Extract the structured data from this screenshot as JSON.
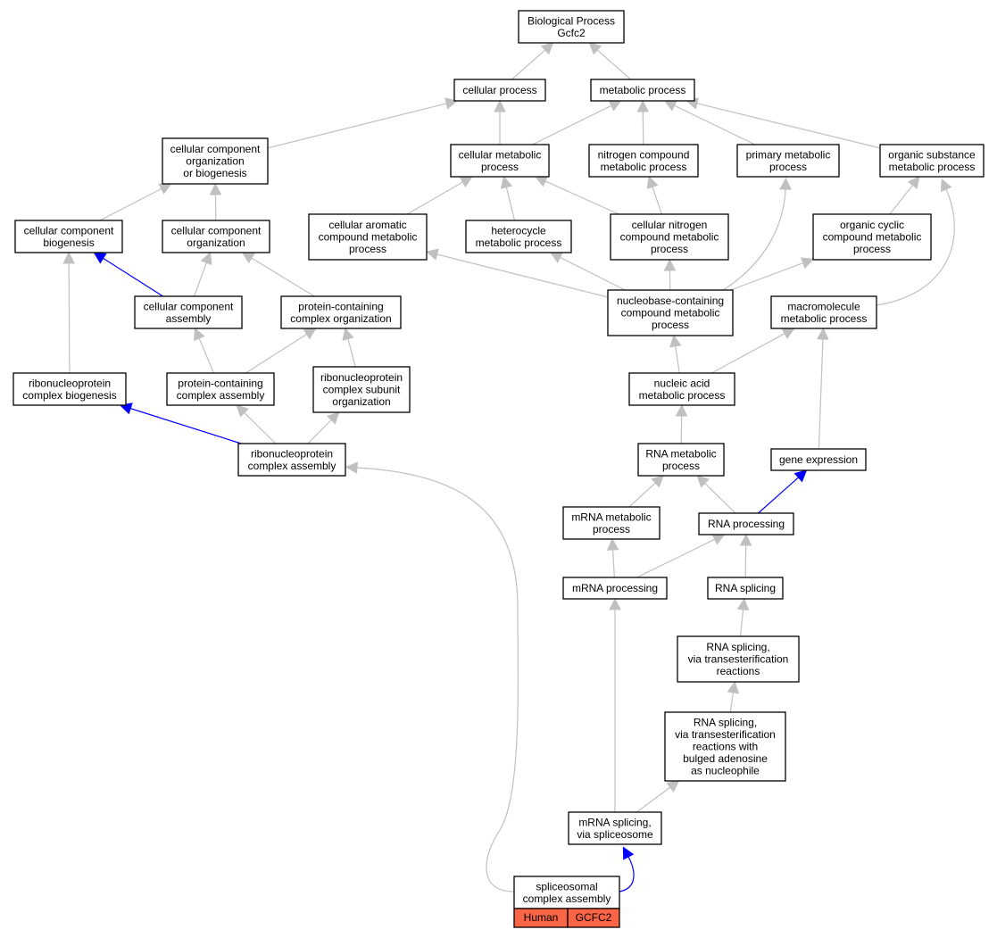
{
  "colors": {
    "is_a_edge": "#c0c0c0",
    "part_of_edge": "#0000ff",
    "node_border": "#000000",
    "gene_badge": "#f96546"
  },
  "nodes": [
    {
      "id": "bp",
      "lines": [
        "Biological Process",
        "Gcfc2"
      ]
    },
    {
      "id": "cp",
      "lines": [
        "cellular process"
      ]
    },
    {
      "id": "mp",
      "lines": [
        "metabolic process"
      ]
    },
    {
      "id": "ccob",
      "lines": [
        "cellular component",
        "organization",
        "or biogenesis"
      ]
    },
    {
      "id": "cmp",
      "lines": [
        "cellular metabolic",
        "process"
      ]
    },
    {
      "id": "ncmp",
      "lines": [
        "nitrogen compound",
        "metabolic process"
      ]
    },
    {
      "id": "pmp",
      "lines": [
        "primary metabolic",
        "process"
      ]
    },
    {
      "id": "osmp",
      "lines": [
        "organic substance",
        "metabolic process"
      ]
    },
    {
      "id": "ccb",
      "lines": [
        "cellular component",
        "biogenesis"
      ]
    },
    {
      "id": "cco",
      "lines": [
        "cellular component",
        "organization"
      ]
    },
    {
      "id": "cacmp",
      "lines": [
        "cellular aromatic",
        "compound metabolic",
        "process"
      ]
    },
    {
      "id": "hmp",
      "lines": [
        "heterocycle",
        "metabolic process"
      ]
    },
    {
      "id": "cncmp",
      "lines": [
        "cellular nitrogen",
        "compound metabolic",
        "process"
      ]
    },
    {
      "id": "occmp",
      "lines": [
        "organic cyclic",
        "compound metabolic",
        "process"
      ]
    },
    {
      "id": "cca",
      "lines": [
        "cellular component",
        "assembly"
      ]
    },
    {
      "id": "pcco",
      "lines": [
        "protein-containing",
        "complex organization"
      ]
    },
    {
      "id": "nbccmp",
      "lines": [
        "nucleobase-containing",
        "compound metabolic",
        "process"
      ]
    },
    {
      "id": "mmp",
      "lines": [
        "macromolecule",
        "metabolic process"
      ]
    },
    {
      "id": "rncb",
      "lines": [
        "ribonucleoprotein",
        "complex biogenesis"
      ]
    },
    {
      "id": "pcca",
      "lines": [
        "protein-containing",
        "complex assembly"
      ]
    },
    {
      "id": "rncso",
      "lines": [
        "ribonucleoprotein",
        "complex subunit",
        "organization"
      ]
    },
    {
      "id": "namp",
      "lines": [
        "nucleic acid",
        "metabolic process"
      ]
    },
    {
      "id": "rnca",
      "lines": [
        "ribonucleoprotein",
        "complex assembly"
      ]
    },
    {
      "id": "rnamp",
      "lines": [
        "RNA metabolic",
        "process"
      ]
    },
    {
      "id": "ge",
      "lines": [
        "gene expression"
      ]
    },
    {
      "id": "mrnamp",
      "lines": [
        "mRNA metabolic",
        "process"
      ]
    },
    {
      "id": "rnap",
      "lines": [
        "RNA processing"
      ]
    },
    {
      "id": "mrnap",
      "lines": [
        "mRNA processing"
      ]
    },
    {
      "id": "rnas",
      "lines": [
        "RNA splicing"
      ]
    },
    {
      "id": "rnast",
      "lines": [
        "RNA splicing,",
        "via transesterification",
        "reactions"
      ]
    },
    {
      "id": "rnastb",
      "lines": [
        "RNA splicing,",
        "via transesterification",
        "reactions with",
        "bulged adenosine",
        "as nucleophile"
      ]
    },
    {
      "id": "mrnas",
      "lines": [
        "mRNA splicing,",
        "via spliceosome"
      ]
    },
    {
      "id": "sca",
      "lines": [
        "spliceosomal",
        "complex assembly"
      ]
    }
  ],
  "gene_badge": {
    "species": "Human",
    "gene": "GCFC2"
  },
  "edges": [
    {
      "from": "cp",
      "to": "bp",
      "rel": "is_a"
    },
    {
      "from": "mp",
      "to": "bp",
      "rel": "is_a"
    },
    {
      "from": "ccob",
      "to": "cp",
      "rel": "is_a"
    },
    {
      "from": "cmp",
      "to": "cp",
      "rel": "is_a"
    },
    {
      "from": "cmp",
      "to": "mp",
      "rel": "is_a"
    },
    {
      "from": "ncmp",
      "to": "mp",
      "rel": "is_a"
    },
    {
      "from": "pmp",
      "to": "mp",
      "rel": "is_a"
    },
    {
      "from": "osmp",
      "to": "mp",
      "rel": "is_a"
    },
    {
      "from": "ccb",
      "to": "ccob",
      "rel": "is_a"
    },
    {
      "from": "cco",
      "to": "ccob",
      "rel": "is_a"
    },
    {
      "from": "cacmp",
      "to": "cmp",
      "rel": "is_a"
    },
    {
      "from": "hmp",
      "to": "cmp",
      "rel": "is_a"
    },
    {
      "from": "cncmp",
      "to": "cmp",
      "rel": "is_a"
    },
    {
      "from": "cncmp",
      "to": "ncmp",
      "rel": "is_a"
    },
    {
      "from": "occmp",
      "to": "osmp",
      "rel": "is_a"
    },
    {
      "from": "cca",
      "to": "ccb",
      "rel": "part_of"
    },
    {
      "from": "cca",
      "to": "cco",
      "rel": "is_a"
    },
    {
      "from": "pcco",
      "to": "cco",
      "rel": "is_a"
    },
    {
      "from": "nbccmp",
      "to": "cacmp",
      "rel": "is_a"
    },
    {
      "from": "nbccmp",
      "to": "hmp",
      "rel": "is_a"
    },
    {
      "from": "nbccmp",
      "to": "cncmp",
      "rel": "is_a"
    },
    {
      "from": "nbccmp",
      "to": "pmp",
      "rel": "is_a"
    },
    {
      "from": "nbccmp",
      "to": "occmp",
      "rel": "is_a"
    },
    {
      "from": "mmp",
      "to": "osmp",
      "rel": "is_a"
    },
    {
      "from": "rncb",
      "to": "ccb",
      "rel": "is_a"
    },
    {
      "from": "pcca",
      "to": "cca",
      "rel": "is_a"
    },
    {
      "from": "pcca",
      "to": "pcco",
      "rel": "is_a"
    },
    {
      "from": "rncso",
      "to": "pcco",
      "rel": "is_a"
    },
    {
      "from": "namp",
      "to": "nbccmp",
      "rel": "is_a"
    },
    {
      "from": "namp",
      "to": "mmp",
      "rel": "is_a"
    },
    {
      "from": "rnca",
      "to": "rncb",
      "rel": "part_of"
    },
    {
      "from": "rnca",
      "to": "pcca",
      "rel": "is_a"
    },
    {
      "from": "rnca",
      "to": "rncso",
      "rel": "is_a"
    },
    {
      "from": "rnamp",
      "to": "namp",
      "rel": "is_a"
    },
    {
      "from": "ge",
      "to": "mmp",
      "rel": "is_a"
    },
    {
      "from": "mrnamp",
      "to": "rnamp",
      "rel": "is_a"
    },
    {
      "from": "rnap",
      "to": "rnamp",
      "rel": "is_a"
    },
    {
      "from": "rnap",
      "to": "ge",
      "rel": "part_of"
    },
    {
      "from": "mrnap",
      "to": "mrnamp",
      "rel": "is_a"
    },
    {
      "from": "mrnap",
      "to": "rnap",
      "rel": "is_a"
    },
    {
      "from": "rnas",
      "to": "rnap",
      "rel": "is_a"
    },
    {
      "from": "rnast",
      "to": "rnas",
      "rel": "is_a"
    },
    {
      "from": "rnastb",
      "to": "rnast",
      "rel": "is_a"
    },
    {
      "from": "mrnas",
      "to": "mrnap",
      "rel": "is_a"
    },
    {
      "from": "mrnas",
      "to": "rnastb",
      "rel": "is_a"
    },
    {
      "from": "sca",
      "to": "mrnas",
      "rel": "part_of"
    },
    {
      "from": "sca",
      "to": "rnca",
      "rel": "is_a"
    }
  ]
}
